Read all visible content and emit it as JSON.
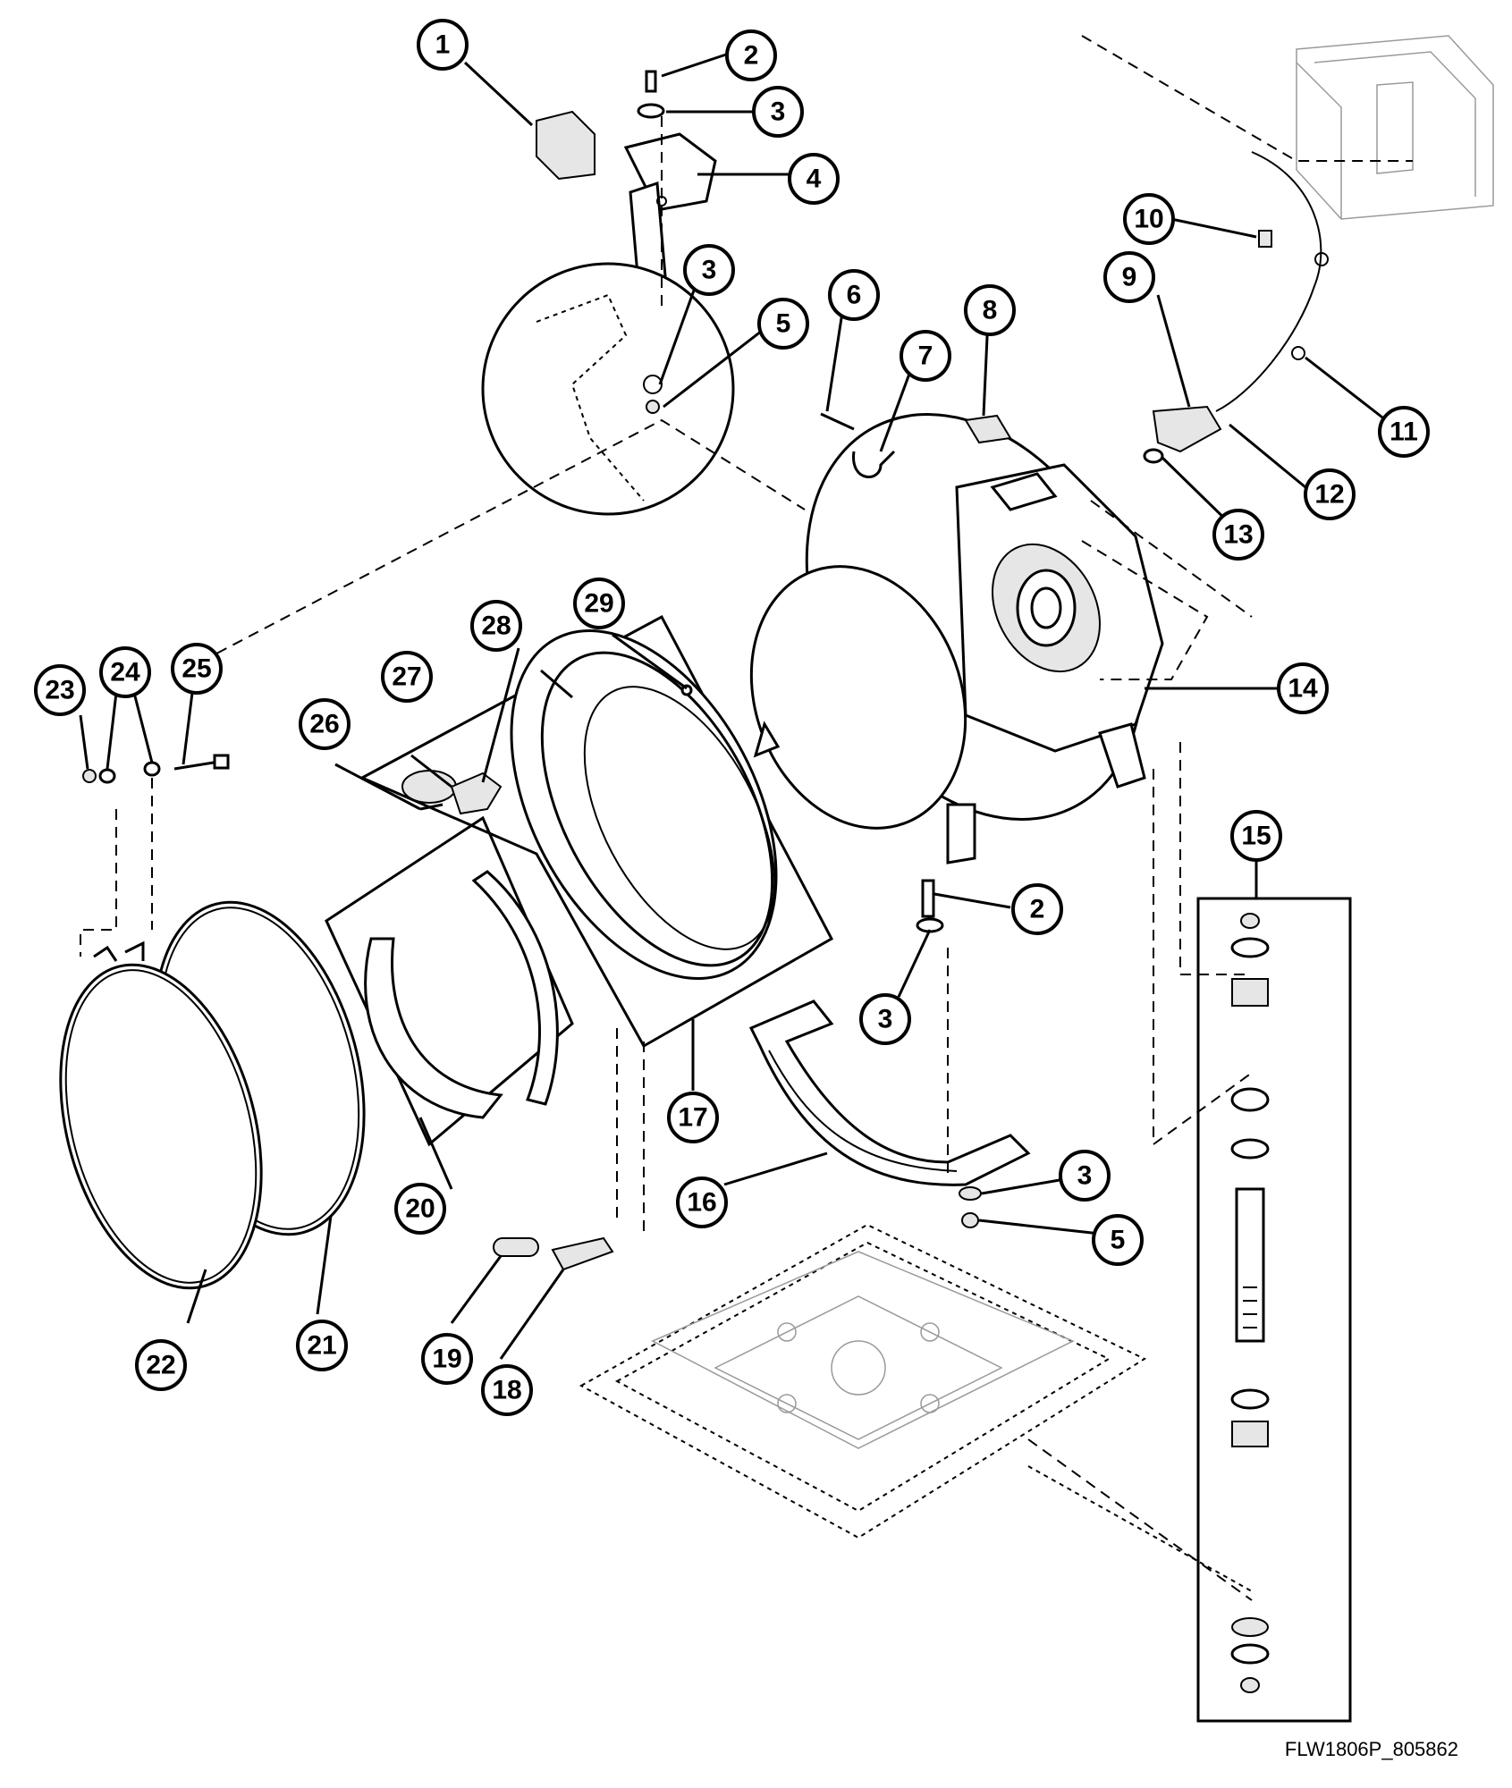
{
  "diagram": {
    "callouts": [
      "1",
      "2",
      "3",
      "4",
      "3",
      "5",
      "6",
      "7",
      "8",
      "9",
      "10",
      "11",
      "12",
      "13",
      "14",
      "15",
      "28",
      "29",
      "23",
      "24",
      "25",
      "27",
      "26",
      "2",
      "3",
      "17",
      "16",
      "3",
      "5",
      "20",
      "22",
      "21",
      "19",
      "18"
    ]
  },
  "footer": {
    "code": "FLW1806P_805862"
  }
}
